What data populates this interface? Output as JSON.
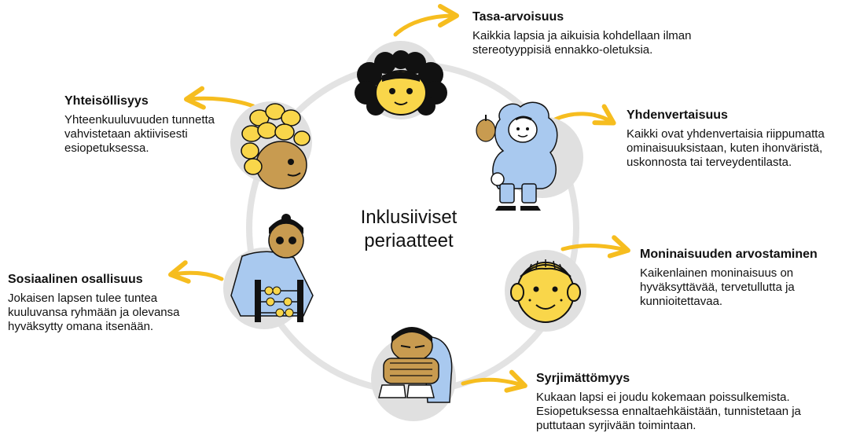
{
  "center_title": "Inklusiiviset\nperiaatteet",
  "colors": {
    "ring": "#e3e3e3",
    "node": "#e0e0e0",
    "arrow": "#f6bd1f",
    "yellow": "#f9d64a",
    "blue": "#a9c9ef",
    "tan": "#c89b50",
    "ink": "#111111"
  },
  "principles": [
    {
      "title": "Tasa-arvoisuus",
      "text": "Kaikkia lapsia ja aikuisia kohdellaan ilman\nstereotyyppisiä ennakko-oletuksia.",
      "icon": "curly-hair-child-illustration"
    },
    {
      "title": "Yhdenvertaisuus",
      "text": "Kaikki ovat yhdenvertaisia riippumatta\nominaisuuksistaan, kuten ihonväristä,\nuskonnosta tai terveydentilasta.",
      "icon": "child-in-snowsuit-illustration"
    },
    {
      "title": "Moninaisuuden arvostaminen",
      "text": "Kaikenlainen moninaisuus on\nhyväksyttävää, tervetullutta ja\nkunnioitettavaa.",
      "icon": "smiling-child-face-illustration"
    },
    {
      "title": "Syrjimättömyys",
      "text": "Kukaan lapsi ei joudu kokemaan poissulkemista.\nEsiopetuksessa ennaltaehkäistään, tunnistetaan ja\nputtutaan syrjivään toimintaan.",
      "icon": "crouching-child-illustration"
    },
    {
      "title": "Sosiaalinen osallisuus",
      "text": "Jokaisen lapsen tulee tuntea\nkuuluvansa ryhmään ja olevansa\nhyväksytty omana itsenään.",
      "icon": "child-playing-abacus-illustration"
    },
    {
      "title": "Yhteisöllisyys",
      "text": "Yhteenkuuluvuuden tunnetta\nvahvistetaan aktiivisesti\nesiopetuksessa.",
      "icon": "braided-hair-child-illustration"
    }
  ]
}
